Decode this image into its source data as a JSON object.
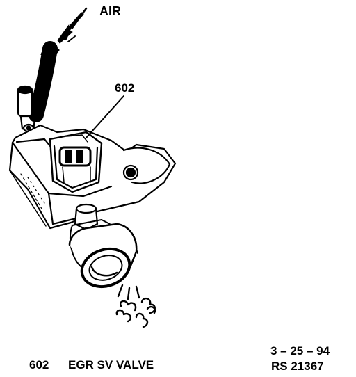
{
  "callouts": {
    "air": "AIR",
    "part_number": "602"
  },
  "legend": {
    "number": "602",
    "description": "EGR SV VALVE"
  },
  "figure_info": {
    "date": "3 – 25 – 94",
    "reference": "RS 21367"
  },
  "colors": {
    "ink": "#000000",
    "paper": "#ffffff"
  }
}
